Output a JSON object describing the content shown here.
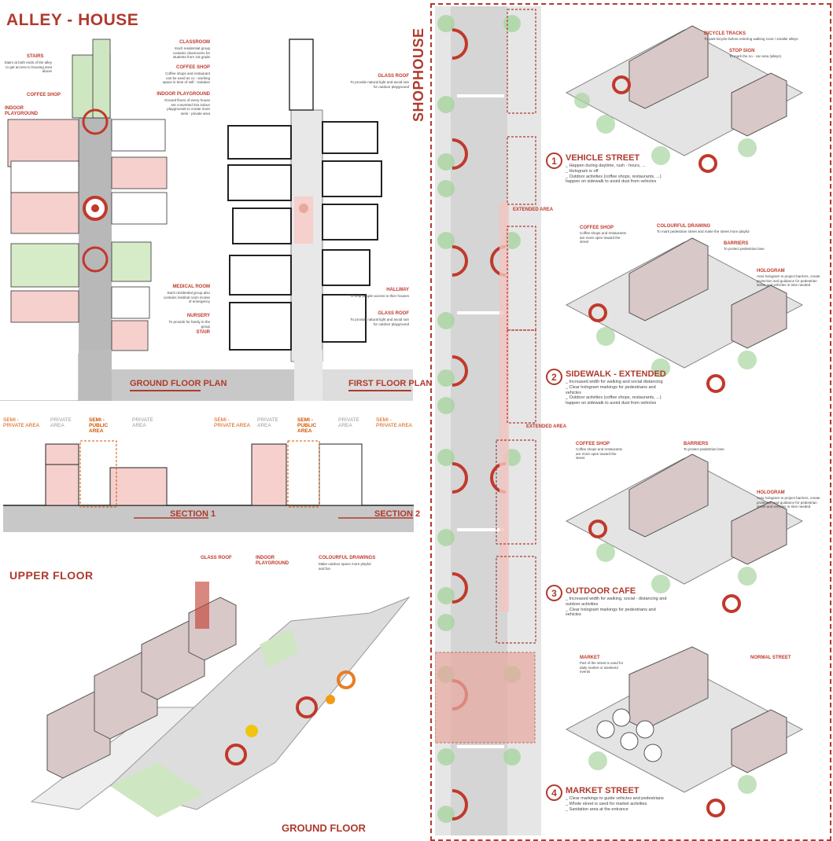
{
  "left": {
    "title": "ALLEY - HOUSE",
    "ground_plan_title": "GROUND FLOOR PLAN",
    "first_plan_title": "FIRST FLOOR PLAN",
    "section1_title": "SECTION 1",
    "section2_title": "SECTION 2",
    "upper_floor_title": "UPPER FLOOR",
    "ground_floor_title": "GROUND FLOOR",
    "labels": {
      "stairs": {
        "title": "STAIRS",
        "text": "Stairs at both ends of the alley to get access to housing area above"
      },
      "coffee_left": {
        "title": "COFFEE SHOP",
        "text": ""
      },
      "indoor_playground_left": {
        "title": "INDOOR PLAYGROUND",
        "text": ""
      },
      "classroom": {
        "title": "CLASSROOM",
        "text": "Each residential group contains classrooms for students from 1st grade"
      },
      "coffee_right": {
        "title": "COFFEE SHOP",
        "text": "Coffee shops and restaurant can be used as co - working space in time of self - isolation"
      },
      "indoor_playground_right": {
        "title": "INDOOR PLAYGROUND",
        "text": "Ground floors of every house are converted into indoor playgrounds to create more semi - private area"
      },
      "medical": {
        "title": "MEDICAL ROOM",
        "text": "Each residential group also contains medical room incase of emergency"
      },
      "nursery": {
        "title": "NURSERY",
        "text": "To provide for family in the group"
      },
      "stair": {
        "title": "STAIR",
        "text": ""
      },
      "glass_roof_1": {
        "title": "GLASS ROOF",
        "text": "To provide natural light and avoid rain for outdoor playground"
      },
      "hallway": {
        "title": "HALLWAY",
        "text": "To help people access to thier houses"
      },
      "glass_roof_2": {
        "title": "GLASS ROOF",
        "text": "To provide natural light and avoid rain for outdoor playground"
      }
    },
    "section_labels": {
      "semi_private": "SEMI - PRIVATE AREA",
      "private": "PRIVATE AREA",
      "semi_public": "SEMI - PUBLIC AREA"
    },
    "axo_labels": {
      "glass_roof": "GLASS ROOF",
      "indoor_playground": "INDOOR PLAYGROUND",
      "colourful": "COLOURFUL DRAWINGS",
      "colourful_text": "Make outdoor space more playful and fun"
    }
  },
  "right": {
    "title": "SHOPHOUSE",
    "extended_area": "EXTENDED AREA",
    "streets": [
      {
        "num": "1",
        "title": "VEHICLE STREET",
        "lines": [
          "_ Happen during daytime, rush - hours, ...",
          "_ Hologram is off",
          "_ Outdoor activities (coffee shops, restaurants, ...) happen on sidewalk to avoid dust from vehicles"
        ],
        "callouts": [
          {
            "title": "BICYCLE TRACKS",
            "text": "To park bicycle before entering walking zone / smaller alleys"
          },
          {
            "title": "STOP SIGN",
            "text": "To mark the no - car area (alleys)"
          }
        ]
      },
      {
        "num": "2",
        "title": "SIDEWALK - EXTENDED",
        "lines": [
          "_ Increased width for walking and social distancing",
          "_ Clear hologram markings for pedestrians and vehicles",
          "_ Outdoor activities (coffee shops, restaurants, ...) happen on sidewalk to avoid dust from vehicles"
        ],
        "callouts": [
          {
            "title": "COFFEE SHOP",
            "text": "Coffee shops and restaurants are more open toward the street"
          },
          {
            "title": "COLOURFUL DRAWING",
            "text": "To mark pedestrian street and make the street more playful"
          },
          {
            "title": "BARRIERS",
            "text": "To protect pedestrian lane"
          },
          {
            "title": "HOLOGRAM",
            "text": "Auto hologram to project barriers, create protection and guidance for pedestrian street and vehicles in time needed"
          }
        ]
      },
      {
        "num": "3",
        "title": "OUTDOOR CAFE",
        "lines": [
          "_ Increased width for walking, social - distancing and outdoor activities",
          "_ Clear hologram markings for pedestrians and vehicles"
        ],
        "callouts": [
          {
            "title": "COFFEE SHOP",
            "text": "Coffee shops and restaurants are more open toward the street"
          },
          {
            "title": "BARRIERS",
            "text": "To protect pedestrian lane"
          },
          {
            "title": "HOLOGRAM",
            "text": "Auto hologram to project barriers, create protection and guidance for pedestrian street and vehicles in time needed"
          }
        ]
      },
      {
        "num": "4",
        "title": "MARKET STREET",
        "lines": [
          "_ Clear markings to guide vehicles and pedestrians",
          "_ Whole street is used for market activities",
          "_ Sanitation area at the entrance"
        ],
        "callouts": [
          {
            "title": "MARKET",
            "text": "Part of the street is used for daily market or weekend events"
          },
          {
            "title": "NORMAL STREET",
            "text": ""
          }
        ]
      }
    ]
  },
  "colors": {
    "accent": "#b03a2e",
    "orange": "#d35400",
    "pink": "#f2c4c0",
    "green": "#bfe0b0",
    "grey": "#c8c8c8"
  }
}
